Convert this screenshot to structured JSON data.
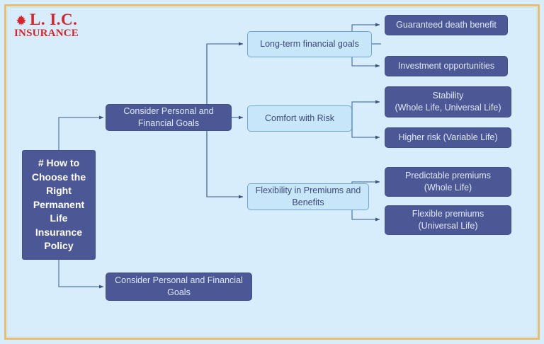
{
  "page": {
    "background_color": "#d8edfb",
    "frame_color": "#e8bf70"
  },
  "brand": {
    "leaf_icon": "☘",
    "name": "L. I.C.",
    "subtitle": "INSURANCE",
    "color": "#d8232a"
  },
  "chart_data": {
    "type": "diagram",
    "title": "# How to Choose the Right Permanent Life Insurance Policy",
    "colors": {
      "dark_node": "#4c5896",
      "light_node": "#c8e6fa",
      "light_node_border": "#6fa8d6",
      "connector": "#50688f",
      "dark_node_text": "#dfe8f5",
      "light_node_text": "#3b4a7a"
    }
  },
  "nodes": {
    "root": {
      "label": "# How to Choose the Right Permanent Life Insurance Policy",
      "style": "dark"
    },
    "branch_top": {
      "label": "Consider Personal and Financial Goals",
      "style": "dark"
    },
    "branch_bottom": {
      "label": "Consider Personal and Financial Goals",
      "style": "dark"
    },
    "mid_goals": {
      "label": "Long-term financial goals",
      "style": "light"
    },
    "mid_risk": {
      "label": "Comfort with Risk",
      "style": "light"
    },
    "mid_flex": {
      "label": "Flexibility in Premiums and Benefits",
      "style": "light"
    },
    "leaf_death_benefit": {
      "label": "Guaranteed death benefit",
      "style": "dark"
    },
    "leaf_investment": {
      "label": "Investment opportunities",
      "style": "dark"
    },
    "leaf_stability": {
      "label": "Stability\n(Whole Life, Universal Life)",
      "style": "dark"
    },
    "leaf_higher_risk": {
      "label": "Higher risk (Variable Life)",
      "style": "dark"
    },
    "leaf_predictable": {
      "label": "Predictable premiums\n(Whole Life)",
      "style": "dark"
    },
    "leaf_flexible": {
      "label": "Flexible premiums\n(Universal Life)",
      "style": "dark"
    }
  }
}
